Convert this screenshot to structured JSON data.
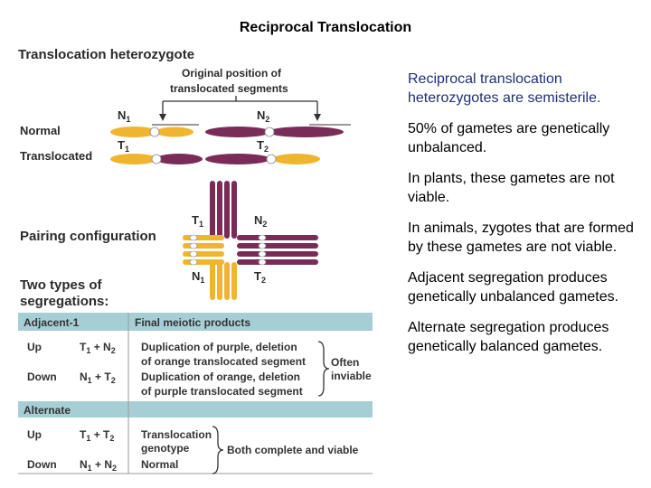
{
  "title": "Reciprocal Translocation",
  "colors": {
    "purple": "#7a2b58",
    "orange": "#f0b52e",
    "table_header": "#a6cfd5",
    "text_blue": "#1f2f76"
  },
  "diagram": {
    "heading_heterozygote": "Translocation heterozygote",
    "original_position_line1": "Original position of",
    "original_position_line2": "translocated segments",
    "label_normal": "Normal",
    "label_translocated": "Translocated",
    "n1": "N",
    "n1_sub": "1",
    "n2": "N",
    "n2_sub": "2",
    "t1": "T",
    "t1_sub": "1",
    "t2": "T",
    "t2_sub": "2",
    "heading_pairing": "Pairing configuration",
    "heading_two_types_line1": "Two types of",
    "heading_two_types_line2": "segregations:",
    "table": {
      "header_adjacent": "Adjacent-1",
      "header_final": "Final meiotic products",
      "header_alternate": "Alternate",
      "adj_up_label": "Up",
      "adj_up_products": "T",
      "adj_up_products_sub": "1",
      "adj_up_products_plus": " + N",
      "adj_up_products_sub2": "2",
      "adj_up_desc1": "Duplication of purple, deletion",
      "adj_up_desc2": "of orange translocated segment",
      "adj_down_label": "Down",
      "adj_down_products": "N",
      "adj_down_products_sub": "1",
      "adj_down_products_plus": " + T",
      "adj_down_products_sub2": "2",
      "adj_down_desc1": "Duplication of orange, deletion",
      "adj_down_desc2": "of purple translocated segment",
      "often_inviable_line1": "Often",
      "often_inviable_line2": "inviable",
      "alt_up_label": "Up",
      "alt_up_products": "T",
      "alt_up_products_sub": "1",
      "alt_up_products_plus": " + T",
      "alt_up_products_sub2": "2",
      "alt_up_desc1": "Translocation",
      "alt_up_desc2": "genotype",
      "alt_down_label": "Down",
      "alt_down_products": "N",
      "alt_down_products_sub": "1",
      "alt_down_products_plus": " + N",
      "alt_down_products_sub2": "2",
      "alt_down_desc": "Normal",
      "both_viable": "Both complete and viable"
    }
  },
  "bullets": [
    "Reciprocal translocation heterozygotes  are semisterile.",
    "50% of gametes are genetically unbalanced.",
    "In plants, these gametes are not viable.",
    "In animals, zygotes that are formed by these gametes are not viable.",
    "Adjacent segregation produces genetically unbalanced gametes.",
    "Alternate segregation produces genetically balanced gametes."
  ]
}
